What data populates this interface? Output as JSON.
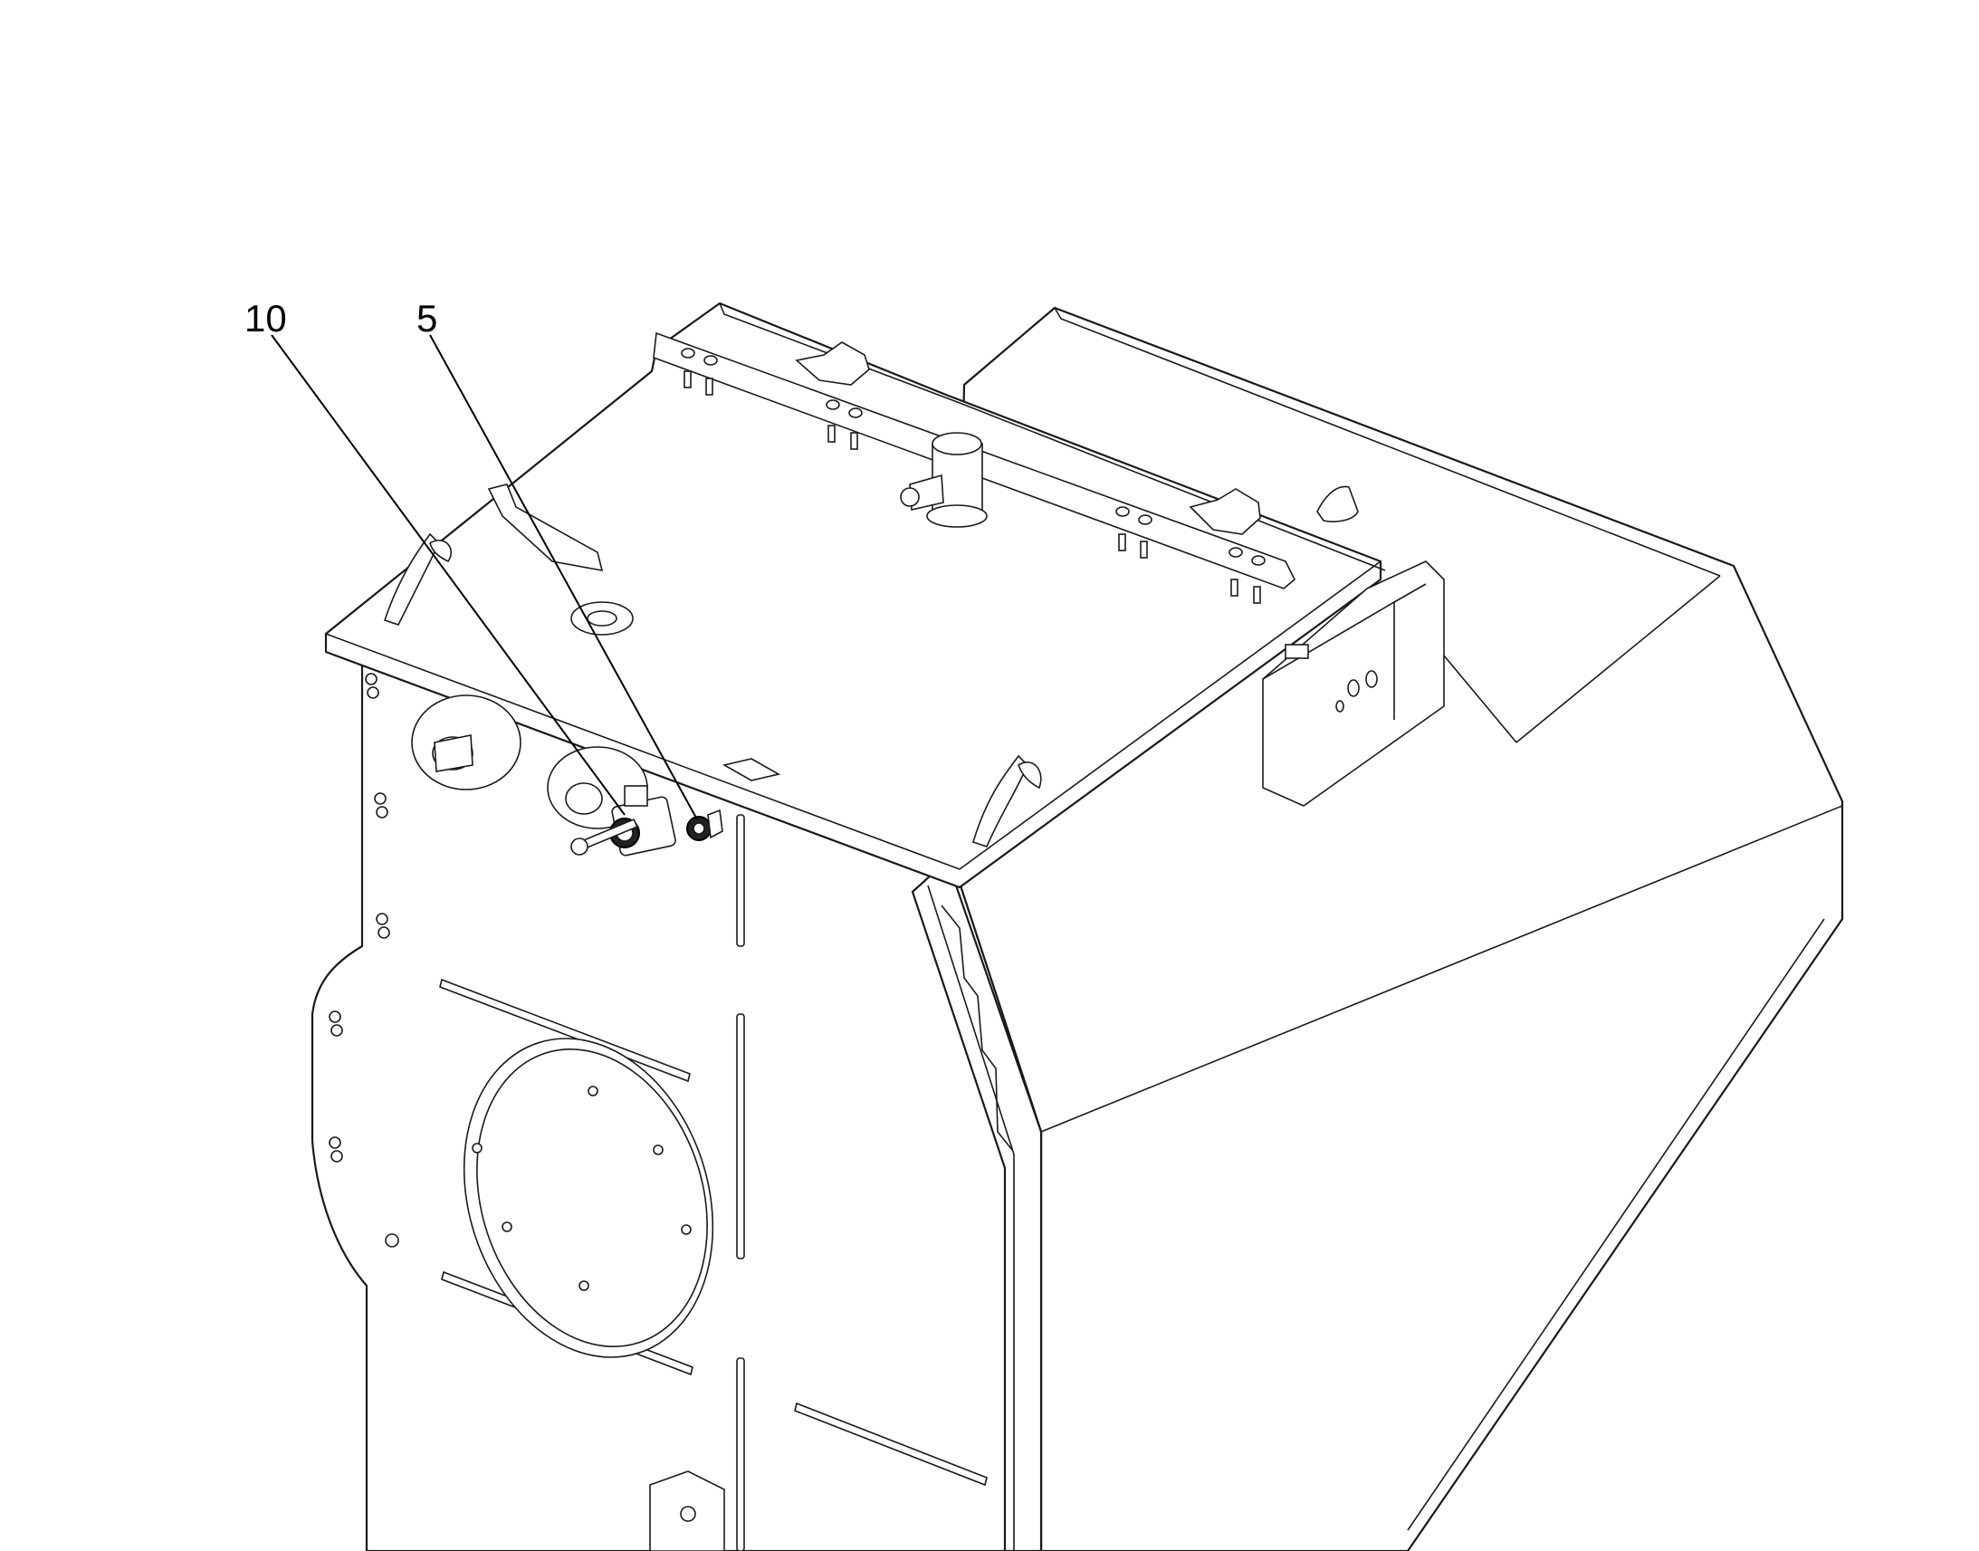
{
  "callouts": [
    {
      "id": "10",
      "label": "10"
    },
    {
      "id": "5",
      "label": "5"
    }
  ],
  "colors": {
    "line": "#1a1a1a",
    "background": "#ffffff",
    "text": "#000000"
  }
}
